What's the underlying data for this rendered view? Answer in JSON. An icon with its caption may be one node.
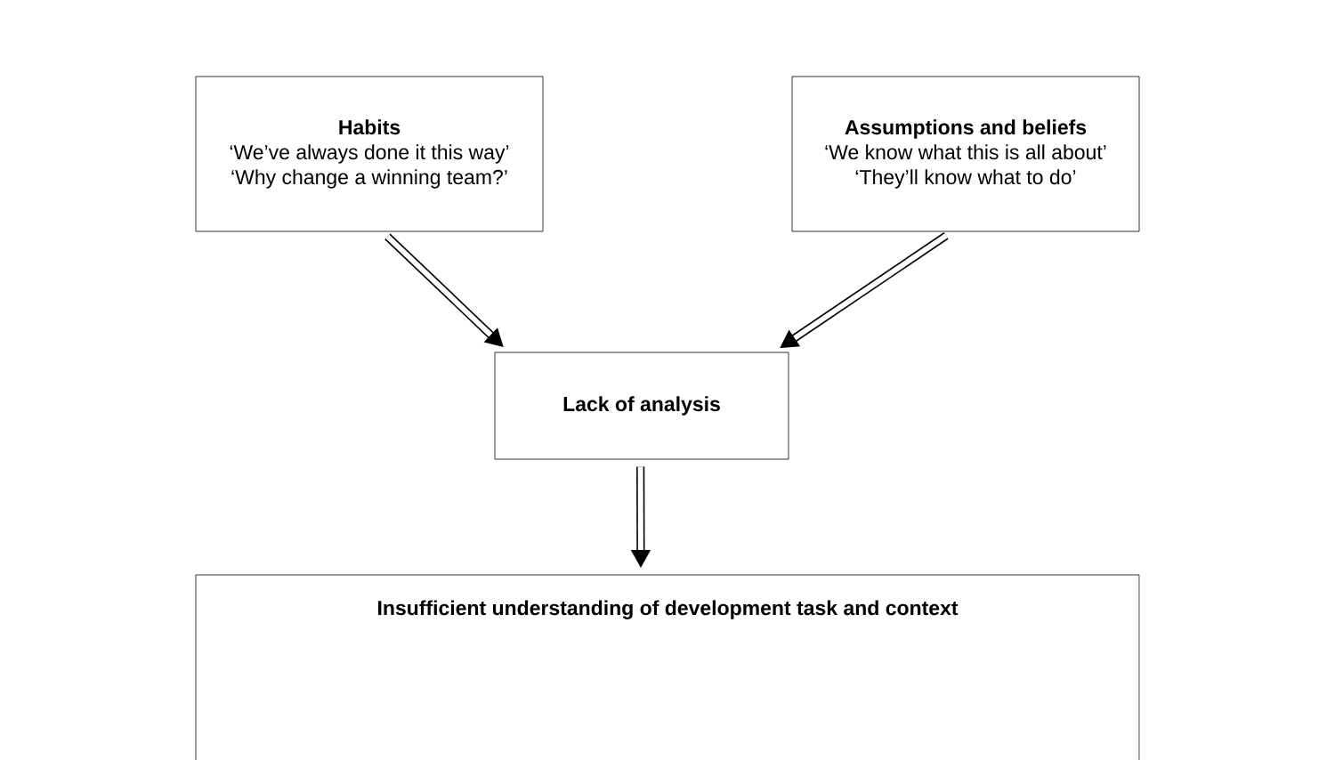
{
  "diagram": {
    "nodes": [
      {
        "text": [
          "Habits",
          "‘We’ve always done it this way’",
          "‘Why change a winning team?’"
        ]
      },
      {
        "text": [
          "Assumptions and beliefs",
          "‘We know what this is all about’",
          "‘They’ll know what to do’"
        ]
      },
      {
        "text": [
          "Lack of analysis"
        ]
      },
      {
        "text": [
          "Insufficient understanding of development task and context"
        ]
      }
    ],
    "edges": [
      {
        "from": 0,
        "to": 2,
        "arrow": "to"
      },
      {
        "from": 1,
        "to": 2,
        "arrow": "to"
      },
      {
        "from": 2,
        "to": 3,
        "arrow": "to"
      }
    ]
  }
}
